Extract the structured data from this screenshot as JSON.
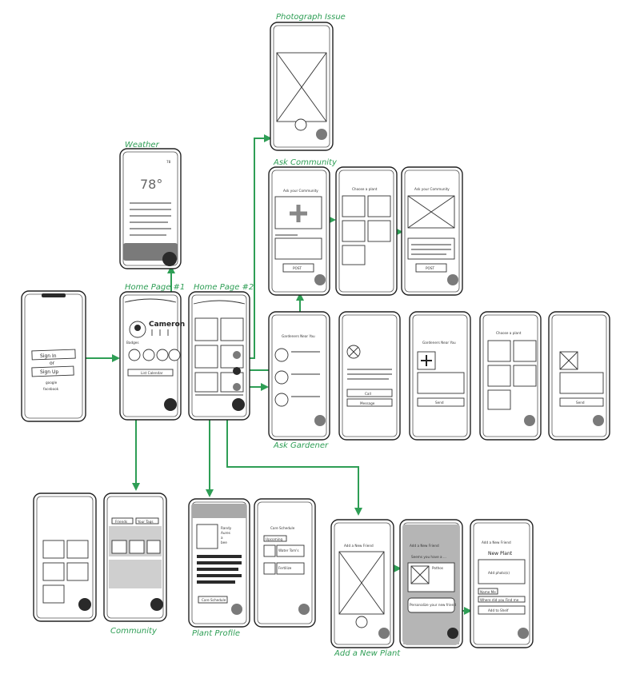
{
  "labels": {
    "photograph_issue": "Photograph Issue",
    "weather": "Weather",
    "ask_community": "Ask Community",
    "home_page_1": "Home Page #1",
    "home_page_2": "Home Page #2",
    "ask_gardener": "Ask Gardener",
    "community": "Community",
    "plant_profile": "Plant Profile",
    "add_new_plant": "Add a New Plant"
  },
  "login": {
    "sign_in": "Sign In",
    "or": "or",
    "sign_up": "Sign Up",
    "google": "google",
    "facebook": "facebook"
  },
  "weather_screen": {
    "temp": "78°",
    "badge": "78"
  },
  "home1": {
    "name": "Cameron",
    "badges": "Badges",
    "button": "List Calendar"
  },
  "ask_community_screens": {
    "title": "Ask your Community",
    "choose": "Choose a plant",
    "post": "POST"
  },
  "gardener_screens": {
    "title": "Gardeners Near You",
    "call": "Call",
    "message": "Message",
    "send": "Send",
    "choose": "Choose a plant"
  },
  "community_screens": {
    "tab1": "Friends",
    "tab2": "Your Tags"
  },
  "plant_profile_screens": {
    "plant_name": "Randy",
    "plant_sub1": "Aures",
    "plant_sub2": "a",
    "plant_sub3": "bee",
    "care_button": "Care Schedule",
    "care_title": "Care Schedule",
    "care_header": "Upcoming",
    "task1": "Water Tom's",
    "task2": "Fertilize"
  },
  "add_plant_screens": {
    "title": "Add a New Friend",
    "seems": "Seems you have a ...",
    "plant_type": "Pothos",
    "personalize": "Personalize your new friend",
    "new_plant": "New Plant",
    "add_photos": "Add photo(s)",
    "name_field": "Name Me",
    "where_field": "Where did you Find me",
    "add_shelf": "Add to Shelf"
  }
}
